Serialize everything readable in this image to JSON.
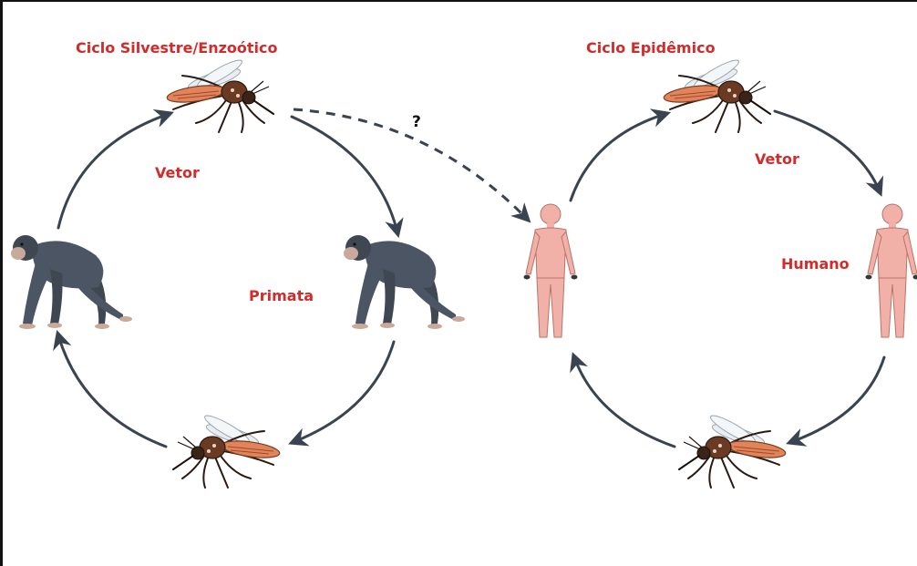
{
  "sylvatic_cycle": {
    "title": "Ciclo Silvestre/Enzoótico",
    "vector_label": "Vetor",
    "host_label": "Primata"
  },
  "epidemic_cycle": {
    "title": "Ciclo Epidêmico",
    "vector_label": "Vetor",
    "host_label": "Humano"
  },
  "transition_label": "?",
  "colors": {
    "label_red": "#d32a2a",
    "arrow": "#3a4450",
    "mosquito_body": "#6b3a22",
    "mosquito_abdomen": "#e2845a",
    "primate": "#4b5563",
    "human_skin": "#f1b0a8"
  },
  "icons": [
    "mosquito-icon",
    "primate-icon",
    "human-icon"
  ]
}
